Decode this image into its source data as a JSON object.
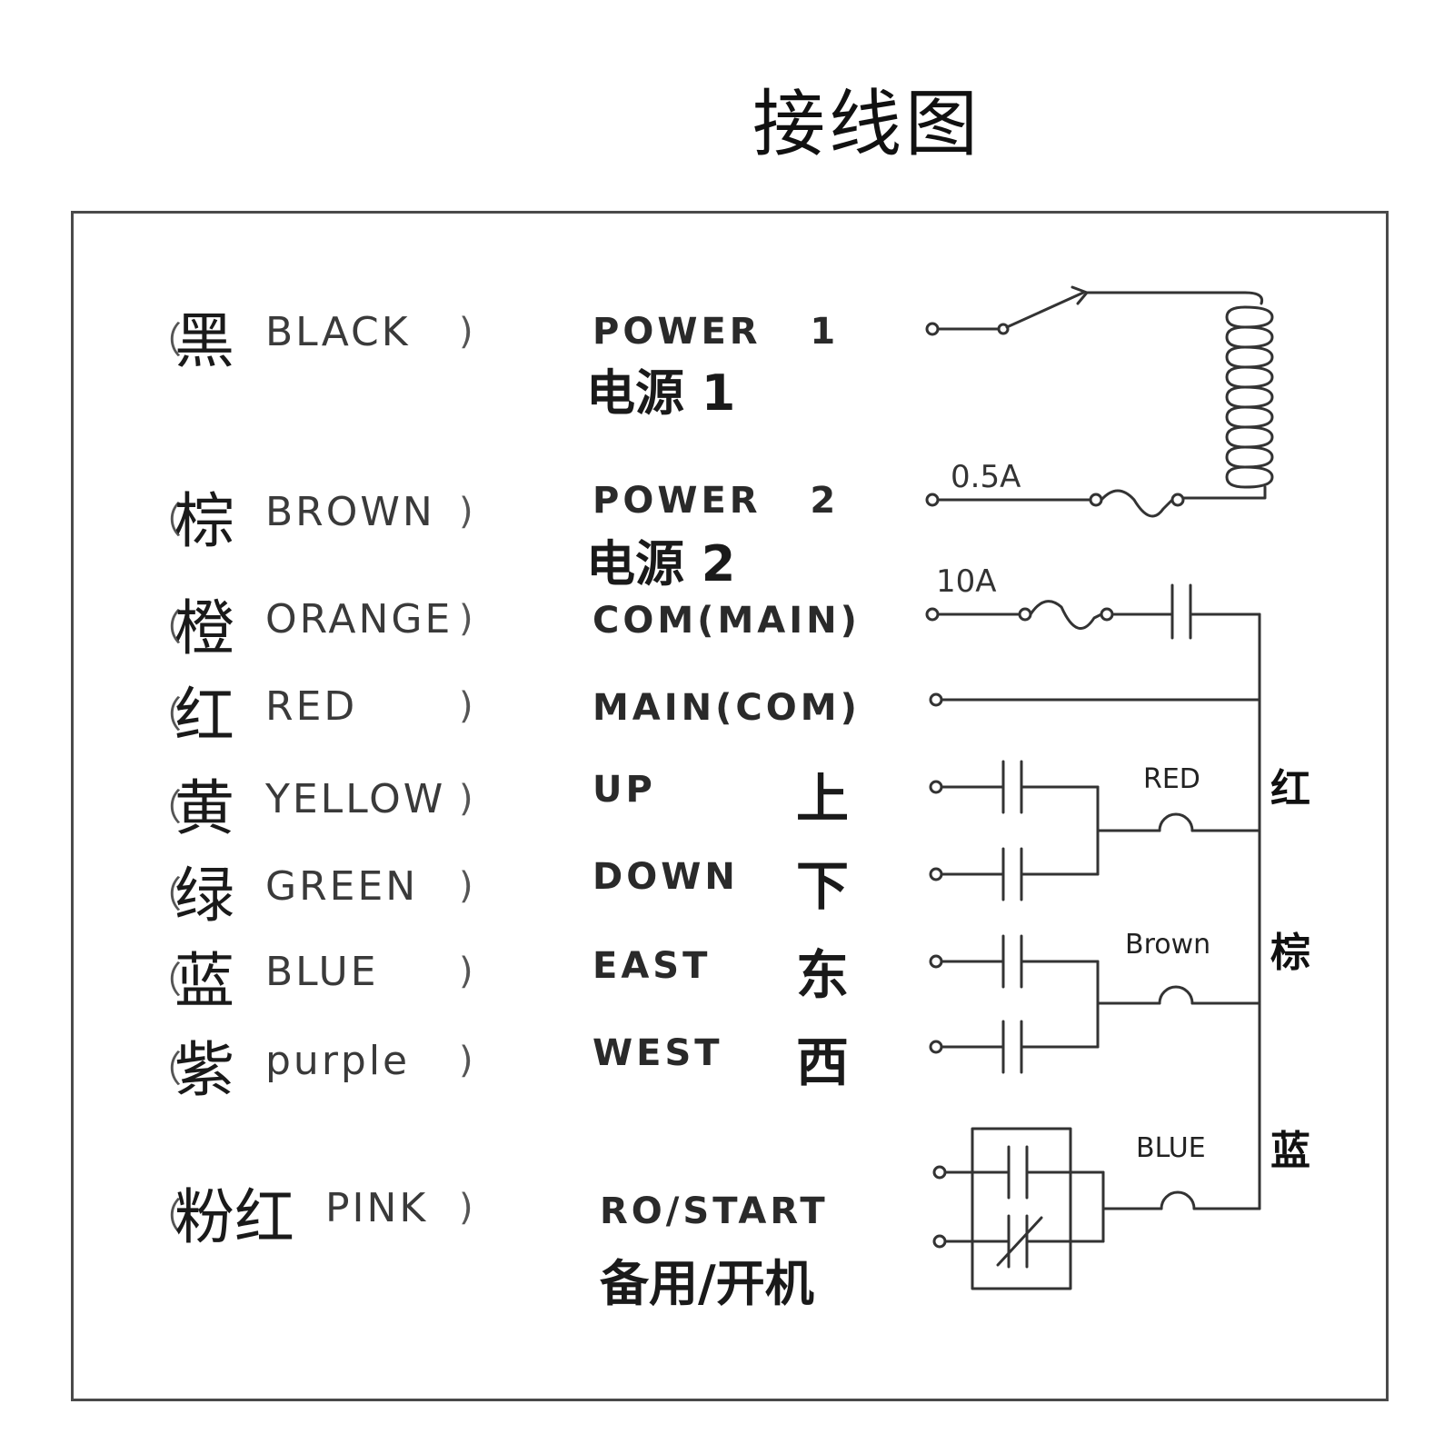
{
  "title": "接线图",
  "wires": [
    {
      "open": "（",
      "zh": "黑",
      "en": "BLACK",
      "close": ")"
    },
    {
      "open": "（",
      "zh": "棕",
      "en": "BROWN",
      "close": ")"
    },
    {
      "open": "（",
      "zh": "橙",
      "en": "ORANGE",
      "close": ")"
    },
    {
      "open": "（",
      "zh": "红",
      "en": "RED",
      "close": ")"
    },
    {
      "open": "（",
      "zh": "黄",
      "en": "YELLOW",
      "close": ")"
    },
    {
      "open": "（",
      "zh": "绿",
      "en": "GREEN",
      "close": ")"
    },
    {
      "open": "（",
      "zh": "蓝",
      "en": "BLUE",
      "close": ")"
    },
    {
      "open": "（",
      "zh": "紫",
      "en": "purple",
      "close": ")"
    },
    {
      "open": "（",
      "zh": "粉红",
      "en": "PINK",
      "close": ")"
    }
  ],
  "functions": {
    "power1": {
      "en": "POWER   1",
      "zh": "电源 1"
    },
    "power2": {
      "en": "POWER   2",
      "zh": "电源 2"
    },
    "com_main": "COM(MAIN)",
    "main_com": "MAIN(COM)",
    "up": {
      "en": "UP",
      "zh": "上"
    },
    "down": {
      "en": "DOWN",
      "zh": "下"
    },
    "east": {
      "en": "EAST",
      "zh": "东"
    },
    "west": {
      "en": "WEST",
      "zh": "西"
    },
    "ro_start": {
      "en": "RO/START",
      "zh": "备用/开机"
    }
  },
  "fuses": {
    "fuse1": "0.5A",
    "fuse2": "10A"
  },
  "coils": {
    "red": "RED",
    "brown": "Brown",
    "blue": "BLUE"
  },
  "side_labels": {
    "red": "红",
    "brown": "棕",
    "blue": "蓝"
  }
}
